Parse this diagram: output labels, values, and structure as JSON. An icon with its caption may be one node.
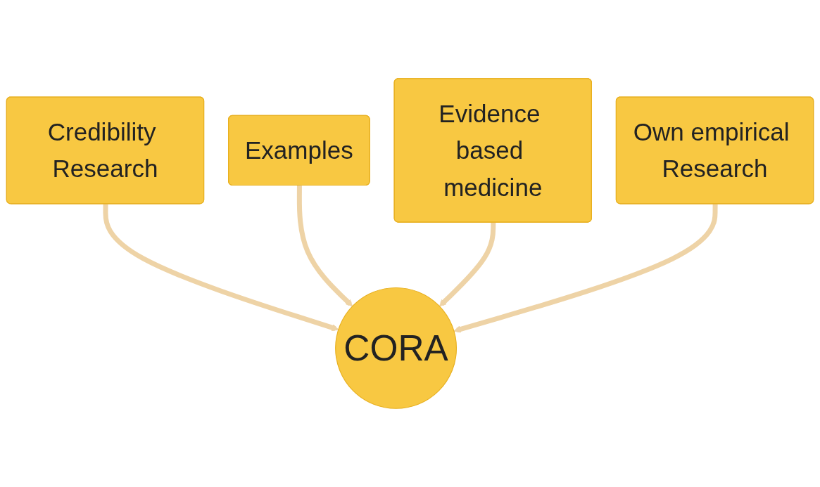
{
  "diagram": {
    "nodes": [
      {
        "text": [
          "Credibility Research"
        ]
      },
      {
        "text": [
          "Examples"
        ]
      },
      {
        "text": [
          "Evidence based medicine"
        ]
      },
      {
        "text": [
          "Own empirical Research"
        ]
      },
      {
        "text": [
          "CORA"
        ]
      }
    ],
    "edges": [
      {
        "from": 0,
        "to": 4,
        "arrow": "to"
      },
      {
        "from": 1,
        "to": 4,
        "arrow": "to"
      },
      {
        "from": 2,
        "to": 4,
        "arrow": "to"
      },
      {
        "from": 3,
        "to": 4,
        "arrow": "to"
      }
    ]
  }
}
